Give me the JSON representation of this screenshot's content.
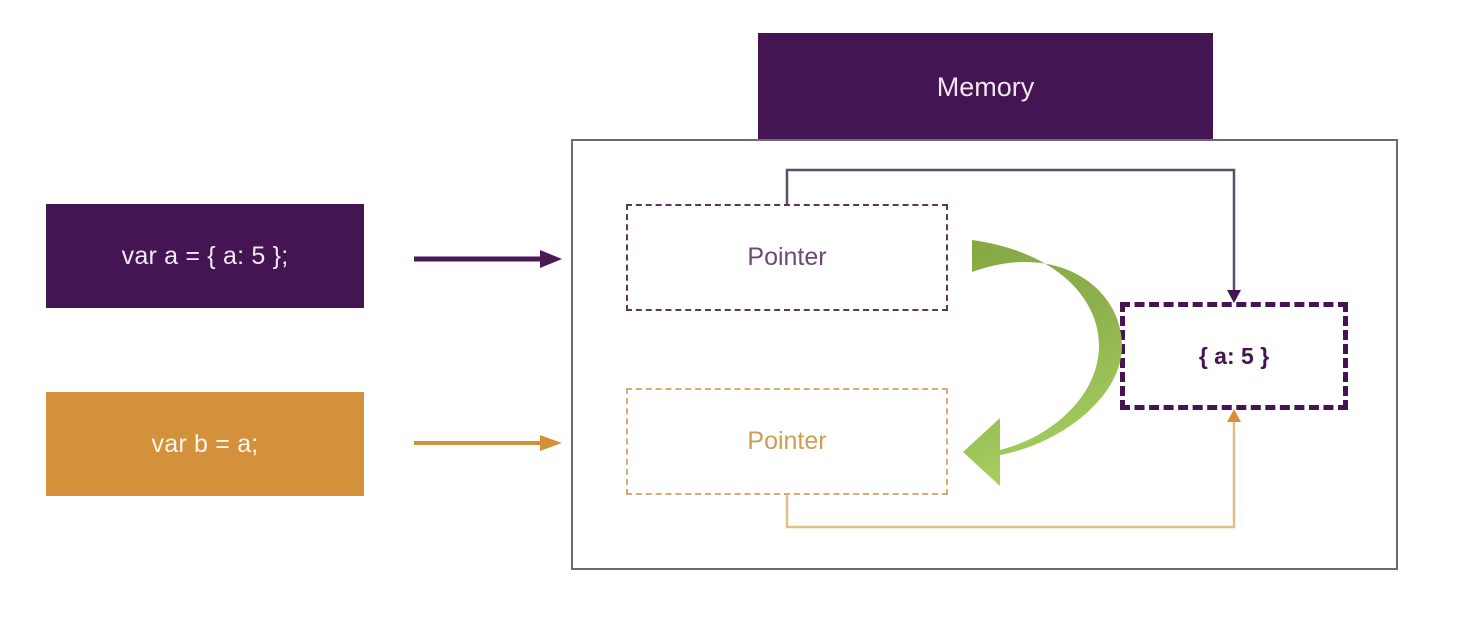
{
  "diagram": {
    "title": "Memory",
    "code_statements": [
      {
        "id": "a",
        "text": "var a = { a: 5 };",
        "fill": "#441552",
        "text_color": "#f2eaf4"
      },
      {
        "id": "b",
        "text": "var b = a;",
        "fill": "#d4913c",
        "text_color": "#fdf6ec"
      }
    ],
    "memory": {
      "header_label": "Memory",
      "header_fill": "#441552",
      "body_border": "#6d6a72",
      "slots": [
        {
          "id": "a",
          "label": "Pointer",
          "border_color": "#5c3663",
          "text_color": "#6b4a77"
        },
        {
          "id": "b",
          "label": "Pointer",
          "border_color": "#d6ad72",
          "text_color": "#cf9c55"
        }
      ],
      "object": {
        "label": "{ a: 5 }",
        "border_color": "#441552",
        "text_color": "#441552"
      }
    },
    "arrows": {
      "assignment_a_color": "#4a1a57",
      "assignment_b_color": "#d4913c",
      "pointer_a_connector_color": "#5c4f63",
      "pointer_b_connector_color": "#e0c089",
      "shared_reference_color_start": "#8cae4a",
      "shared_reference_color_end": "#a5cd5e"
    }
  }
}
